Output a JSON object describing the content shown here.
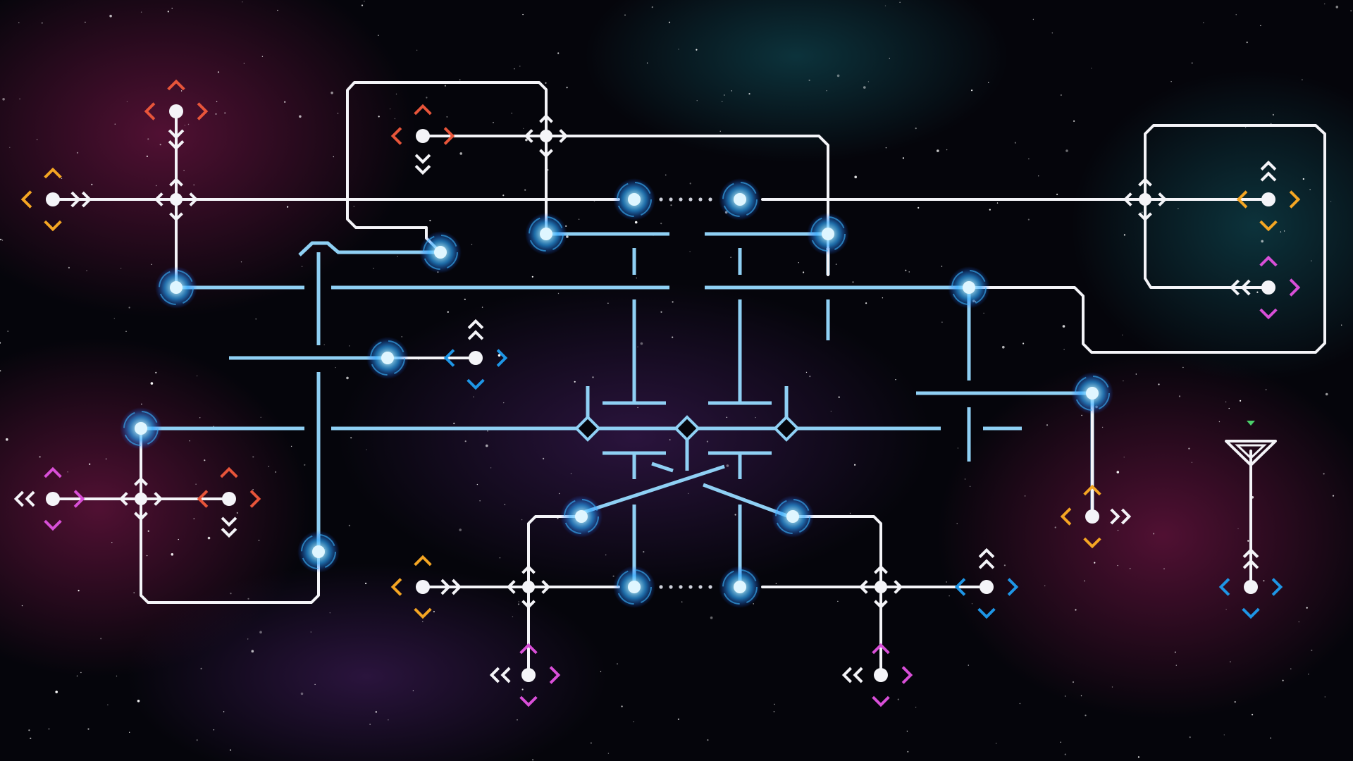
{
  "colors": {
    "wire_white": "#f4f4f8",
    "wire_blue": "#8fd0f4",
    "orb": "#3ab6ff",
    "orange": "#f5a623",
    "red": "#e8553a",
    "magenta": "#d94fd8",
    "blue": "#1e96e6",
    "green": "#4bd06a",
    "bg_deep": "#05050b",
    "nebula_red": "#5a1034",
    "nebula_teal": "#0e3a44",
    "nebula_purple": "#2a1640"
  },
  "icons": {
    "terminal": "bracket-terminal-icon",
    "junction": "diamond-junction-icon",
    "orb": "glowing-orb-icon",
    "goal": "triangle-goal-icon"
  },
  "terminals": [
    {
      "id": "t-orange-left",
      "color": "orange",
      "ornament": "ne"
    },
    {
      "id": "t-red-top",
      "color": "red",
      "ornament": "se"
    },
    {
      "id": "t-red-mid",
      "color": "red",
      "ornament": "se"
    },
    {
      "id": "t-orange-right",
      "color": "orange",
      "ornament": "nw"
    },
    {
      "id": "t-magenta-right",
      "color": "magenta",
      "ornament": "sw"
    },
    {
      "id": "t-blue-center-left",
      "color": "blue",
      "ornament": "nw"
    },
    {
      "id": "t-magenta-left",
      "color": "magenta",
      "ornament": "sw"
    },
    {
      "id": "t-red-left",
      "color": "red",
      "ornament": "se"
    },
    {
      "id": "t-orange-bottom-right",
      "color": "orange",
      "ornament": "ne"
    },
    {
      "id": "t-orange-bottom",
      "color": "orange",
      "ornament": "ne"
    },
    {
      "id": "t-magenta-bottom-1",
      "color": "magenta",
      "ornament": "sw"
    },
    {
      "id": "t-blue-bottom",
      "color": "blue",
      "ornament": "nw"
    },
    {
      "id": "t-magenta-bottom-2",
      "color": "magenta",
      "ornament": "sw"
    },
    {
      "id": "t-blue-far-right",
      "color": "blue",
      "ornament": "nw"
    }
  ]
}
